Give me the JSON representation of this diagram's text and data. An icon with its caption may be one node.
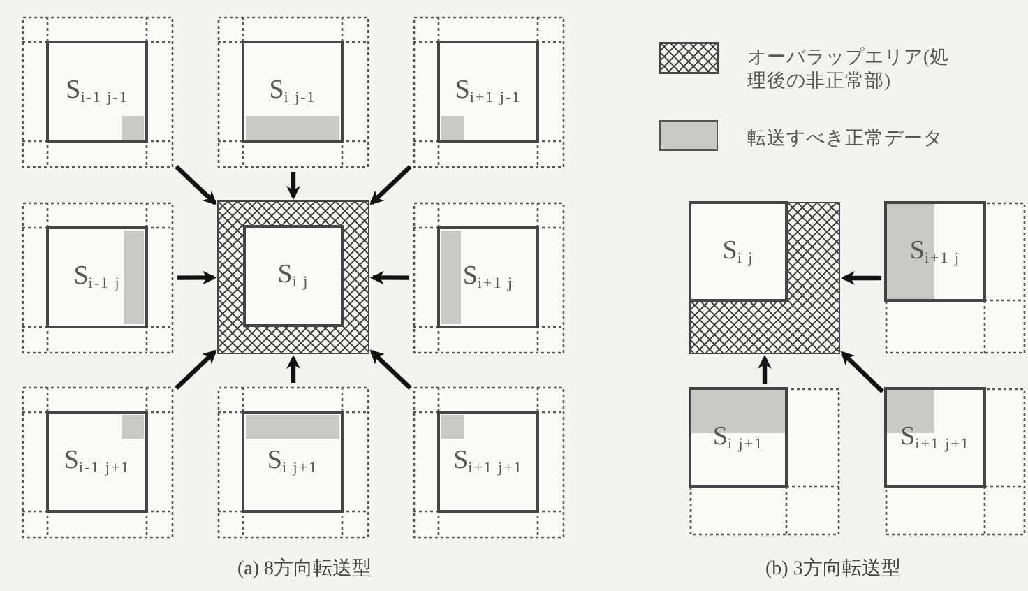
{
  "diagram": {
    "nodes": [
      {
        "text": [
          "S$_{i-1 j-1}$"
        ]
      },
      {
        "text": [
          "S$_{i j-1}$"
        ]
      },
      {
        "text": [
          "S$_{i+1 j-1}$"
        ]
      },
      {
        "text": [
          "S$_{i-1 j}$"
        ]
      },
      {
        "text": [
          "S$_{i j}$"
        ]
      },
      {
        "text": [
          "S$_{i+1 j}$"
        ]
      },
      {
        "text": [
          "S$_{i-1 j+1}$"
        ]
      },
      {
        "text": [
          "S$_{i j+1}$"
        ]
      },
      {
        "text": [
          "S$_{i+1 j+1}$"
        ]
      },
      {
        "text": [
          "S$_{i j}$"
        ]
      },
      {
        "text": [
          "S$_{i+1 j}$"
        ]
      },
      {
        "text": [
          "S$_{i j+1}$"
        ]
      },
      {
        "text": [
          "S$_{i+1 j+1}$"
        ]
      }
    ],
    "edges": [
      {
        "from": 0,
        "to": 4,
        "arrow": "to"
      },
      {
        "from": 1,
        "to": 4,
        "arrow": "to"
      },
      {
        "from": 2,
        "to": 4,
        "arrow": "to"
      },
      {
        "from": 3,
        "to": 4,
        "arrow": "to"
      },
      {
        "from": 5,
        "to": 4,
        "arrow": "to"
      },
      {
        "from": 6,
        "to": 4,
        "arrow": "to"
      },
      {
        "from": 7,
        "to": 4,
        "arrow": "to"
      },
      {
        "from": 8,
        "to": 4,
        "arrow": "to"
      },
      {
        "from": 10,
        "to": 9,
        "arrow": "to"
      },
      {
        "from": 11,
        "to": 9,
        "arrow": "to"
      },
      {
        "from": 12,
        "to": 9,
        "arrow": "to"
      }
    ],
    "labels": [
      "(a) 8方向転送型",
      "(b) 3方向転送型"
    ],
    "legend": [
      {
        "text": "オーバラップエリア(処理後の非正常部)"
      },
      {
        "text": "転送すべき正常データ",
        "color": "#c9c9c6"
      }
    ]
  }
}
